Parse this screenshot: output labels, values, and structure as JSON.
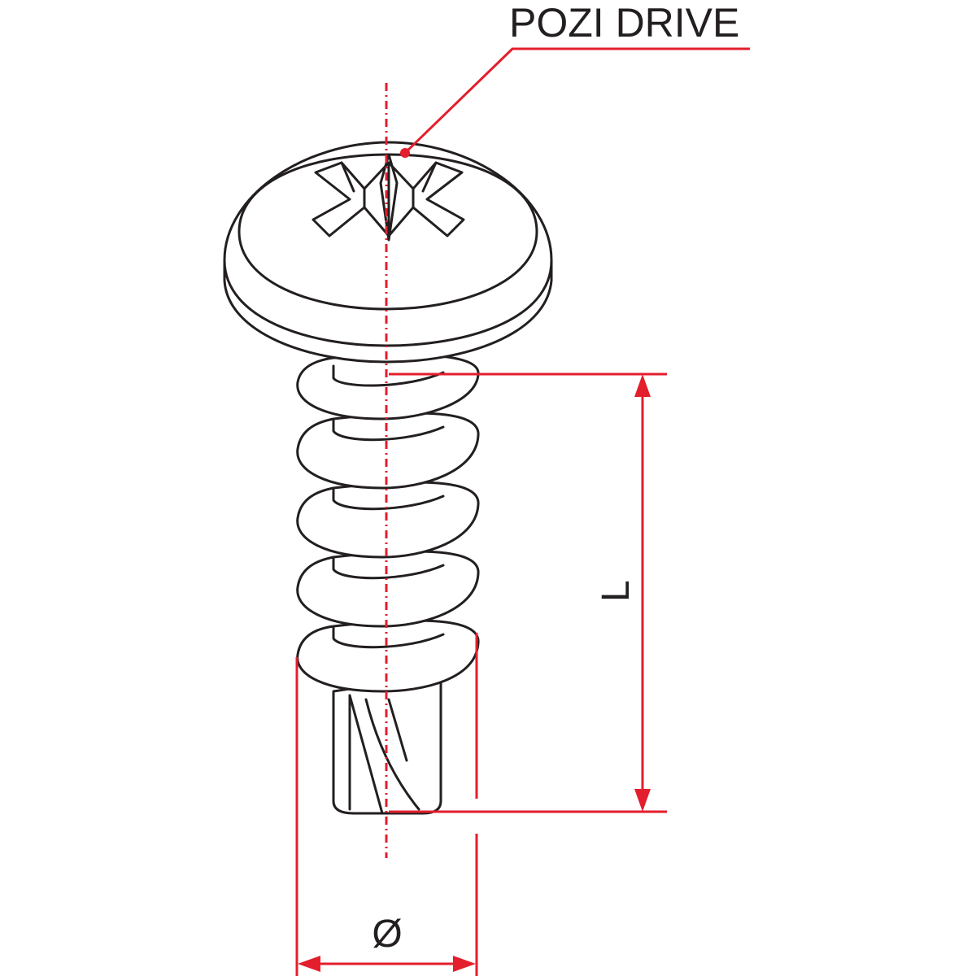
{
  "labels": {
    "drive_type": "POZI DRIVE",
    "length": "L",
    "diameter": "Ø"
  },
  "colors": {
    "outline": "#231f20",
    "dimension": "#e31e2d",
    "background": "#ffffff"
  },
  "icons": {
    "drive_recess": "pozidriv-cross-icon",
    "arrow": "dimension-arrow-icon"
  }
}
